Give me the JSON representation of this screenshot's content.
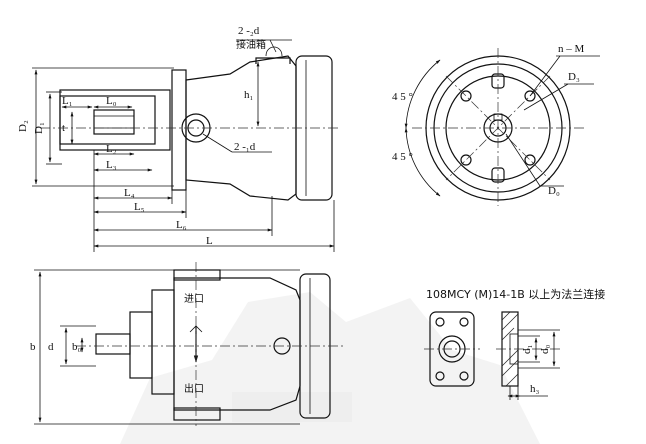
{
  "labels": {
    "port_top_count": "2 -₂d",
    "oil_port": "接油箱",
    "port_side": "2 -₁d",
    "h1": "h₁",
    "D2": "D₂",
    "D1": "D₁",
    "t": "t",
    "L1": "L₁",
    "L0": "L₀",
    "L2": "L₂",
    "L3": "L₃",
    "L4": "L₄",
    "L5": "L₅",
    "L6": "L₆",
    "L": "L",
    "nM": "n – M",
    "D3": "D₃",
    "D0": "D₀",
    "angle_top": "4 5 °",
    "angle_bottom": "4 5 °",
    "b": "b",
    "d": "d",
    "b0": "b₀",
    "inlet": "进口",
    "outlet": "出口",
    "flange_note": "108MCY (M)14-1B 以上为法兰连接",
    "d1": "d₁",
    "d0": "d₀",
    "h3": "h₃"
  }
}
